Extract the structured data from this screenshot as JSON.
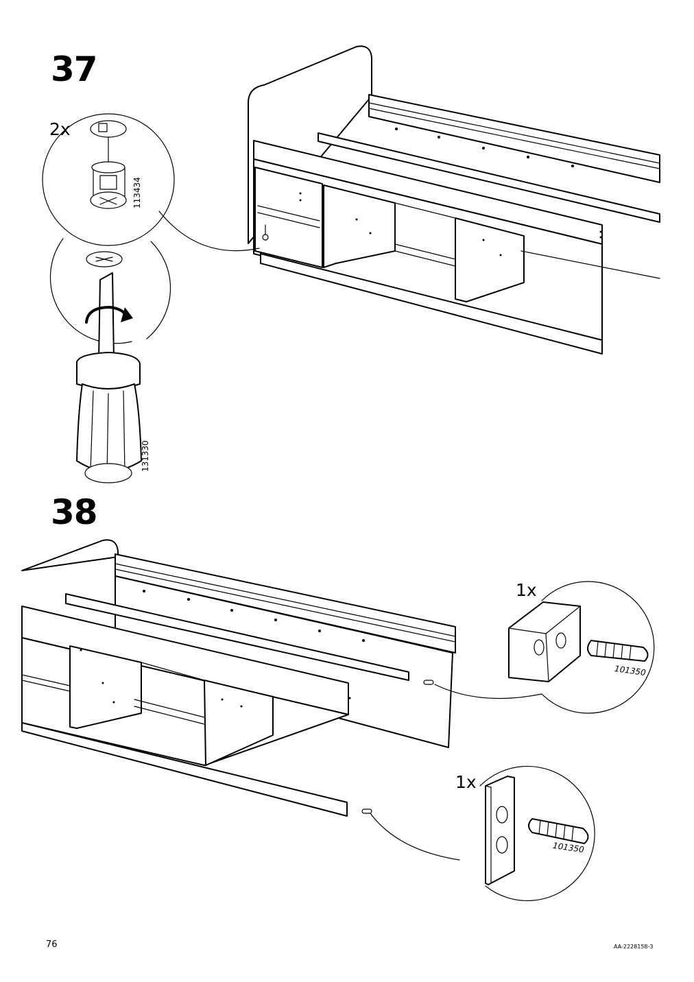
{
  "page": {
    "page_number": "76",
    "document_code": "AA-2228158-3"
  },
  "steps": [
    {
      "number": "37",
      "details": [
        {
          "quantity": "2x",
          "part_number": "113434"
        },
        {
          "part_number": "131330"
        }
      ]
    },
    {
      "number": "38",
      "details": [
        {
          "quantity": "1x",
          "part_number": "101350"
        },
        {
          "quantity": "1x",
          "part_number": "101350"
        }
      ]
    }
  ],
  "icons": [
    "cam-lock-fitting-icon",
    "screwdriver-icon",
    "rotate-clockwise-arrow-icon",
    "wooden-dowel-icon"
  ]
}
